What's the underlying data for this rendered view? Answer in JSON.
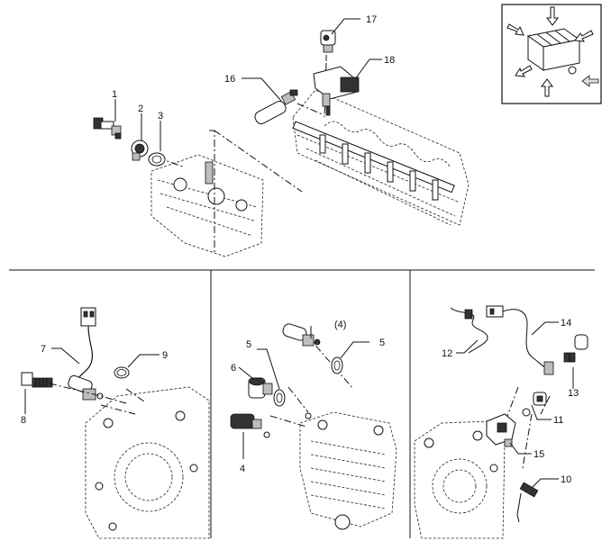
{
  "labels": {
    "n1": "1",
    "n2": "2",
    "n3": "3",
    "n4": "4",
    "n4p": "(4)",
    "n5a": "5",
    "n5b": "5",
    "n6": "6",
    "n7": "7",
    "n8": "8",
    "n9": "9",
    "n10": "10",
    "n11": "11",
    "n12": "12",
    "n13": "13",
    "n14": "14",
    "n15": "15",
    "n16": "16",
    "n17": "17",
    "n18": "18"
  }
}
